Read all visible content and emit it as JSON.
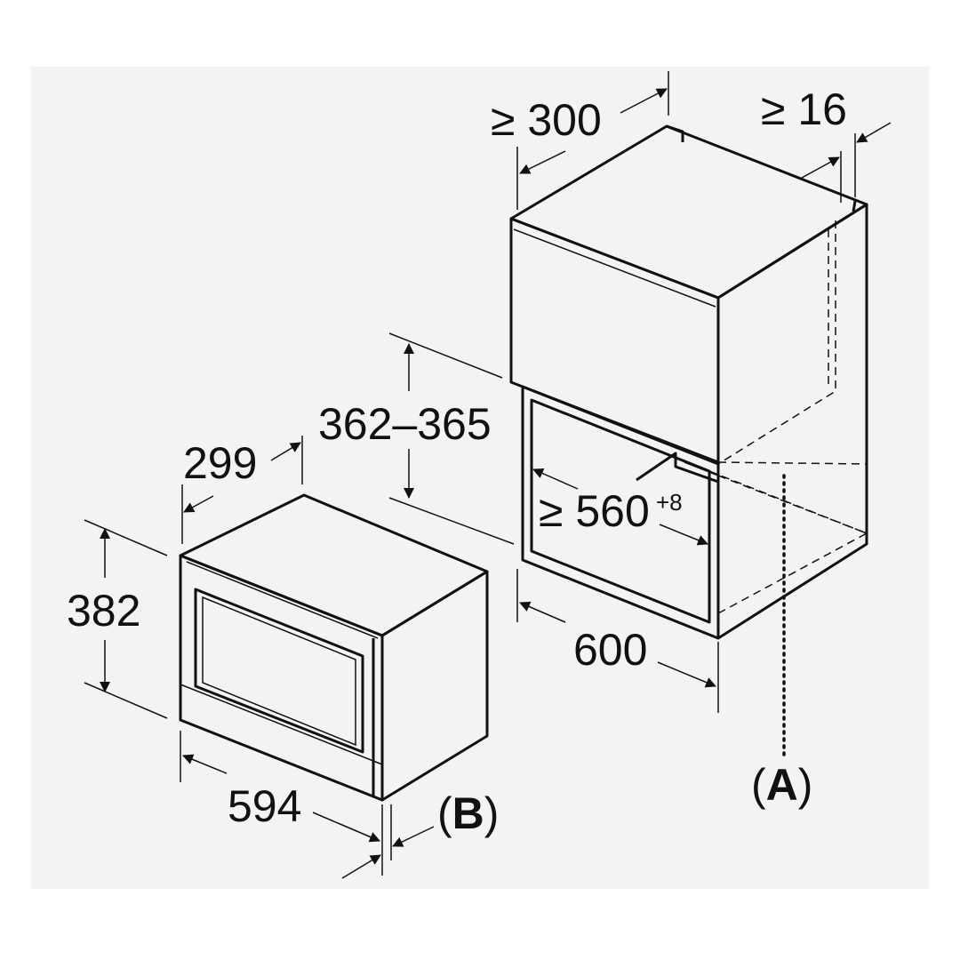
{
  "diagram": {
    "dimensions": {
      "cabinet_depth": "≥ 300",
      "panel_gap": "≥ 16",
      "niche_height": "362–365",
      "niche_width": "≥ 560",
      "niche_width_tolerance": "+8",
      "cabinet_width": "600",
      "appliance_depth": "299",
      "appliance_height": "382",
      "appliance_width": "594"
    },
    "references": {
      "a_open": "(",
      "a_letter": "A",
      "a_close": ")",
      "b_open": "(",
      "b_letter": "B",
      "b_close": ")"
    },
    "colors": {
      "line": "#111111",
      "panel_background": "#f3f3f3"
    }
  }
}
